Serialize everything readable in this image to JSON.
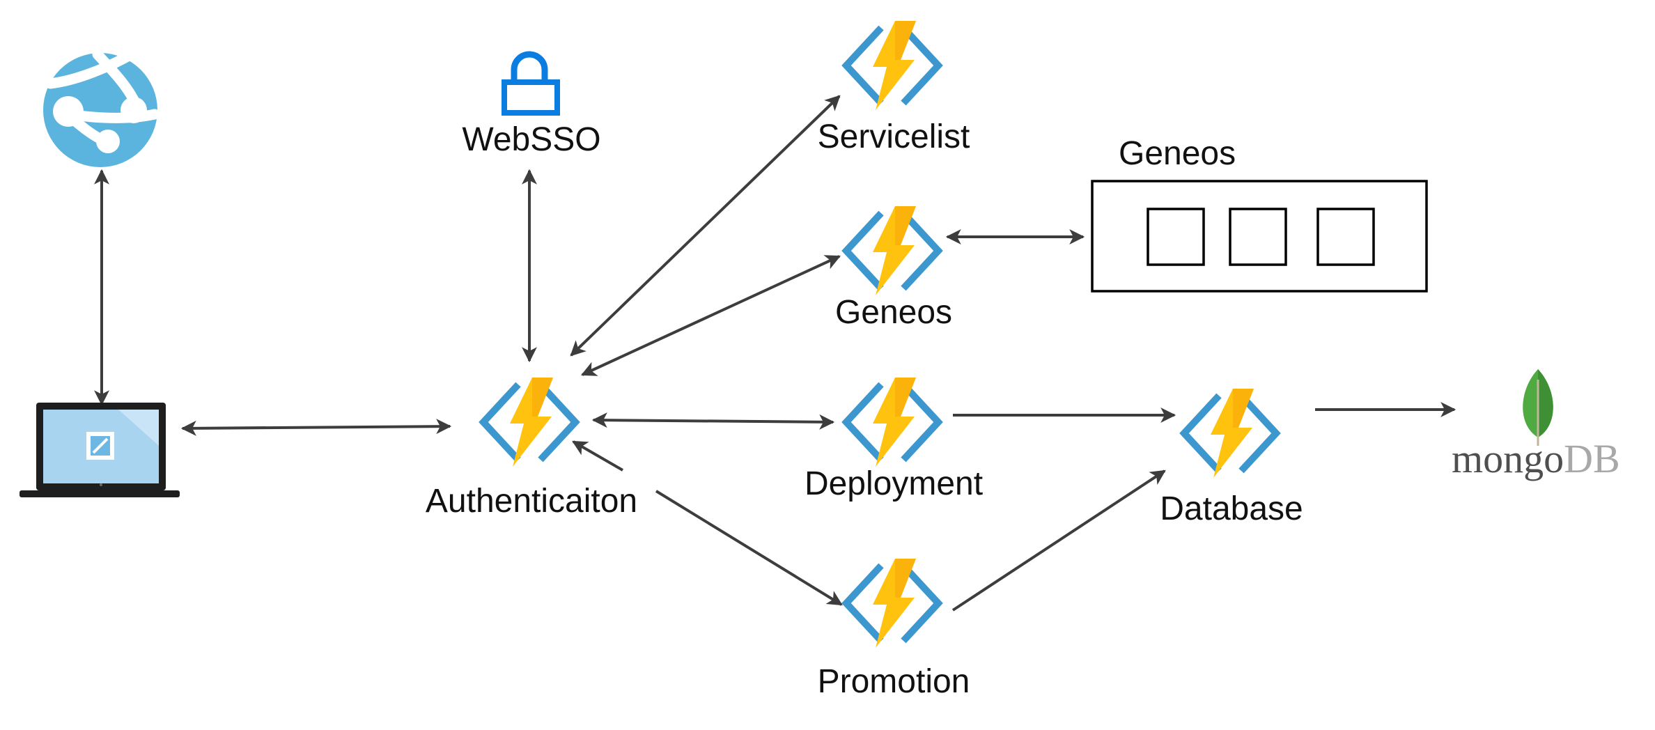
{
  "nodes": {
    "authentication": {
      "label": "Authenticaiton",
      "icon": "azure-function-icon"
    },
    "webSSO": {
      "label": "WebSSO",
      "icon": "lock-icon"
    },
    "servicelist": {
      "label": "Servicelist",
      "icon": "azure-function-icon"
    },
    "geneosFunction": {
      "label": "Geneos",
      "icon": "azure-function-icon"
    },
    "deployment": {
      "label": "Deployment",
      "icon": "azure-function-icon"
    },
    "promotion": {
      "label": "Promotion",
      "icon": "azure-function-icon"
    },
    "database": {
      "label": "Database",
      "icon": "azure-function-icon"
    },
    "geneosGroup": {
      "label": "Geneos",
      "icon": "container-box"
    },
    "webApp": {
      "icon": "web-app-globe-icon"
    },
    "laptop": {
      "icon": "laptop-icon"
    },
    "mongodb": {
      "brand": "mongo",
      "suffix": "DB",
      "icon": "mongodb-leaf-icon"
    }
  },
  "colors": {
    "bolt": "#ffc20e",
    "bracket": "#3c97cf",
    "lock": "#0b7de0",
    "globe": "#5bb4dd",
    "mongoGreen": "#4faa41",
    "mongoText": "#4f4f4f",
    "mongoDB": "#a8a8a8",
    "arrow": "#3d3d3d"
  }
}
